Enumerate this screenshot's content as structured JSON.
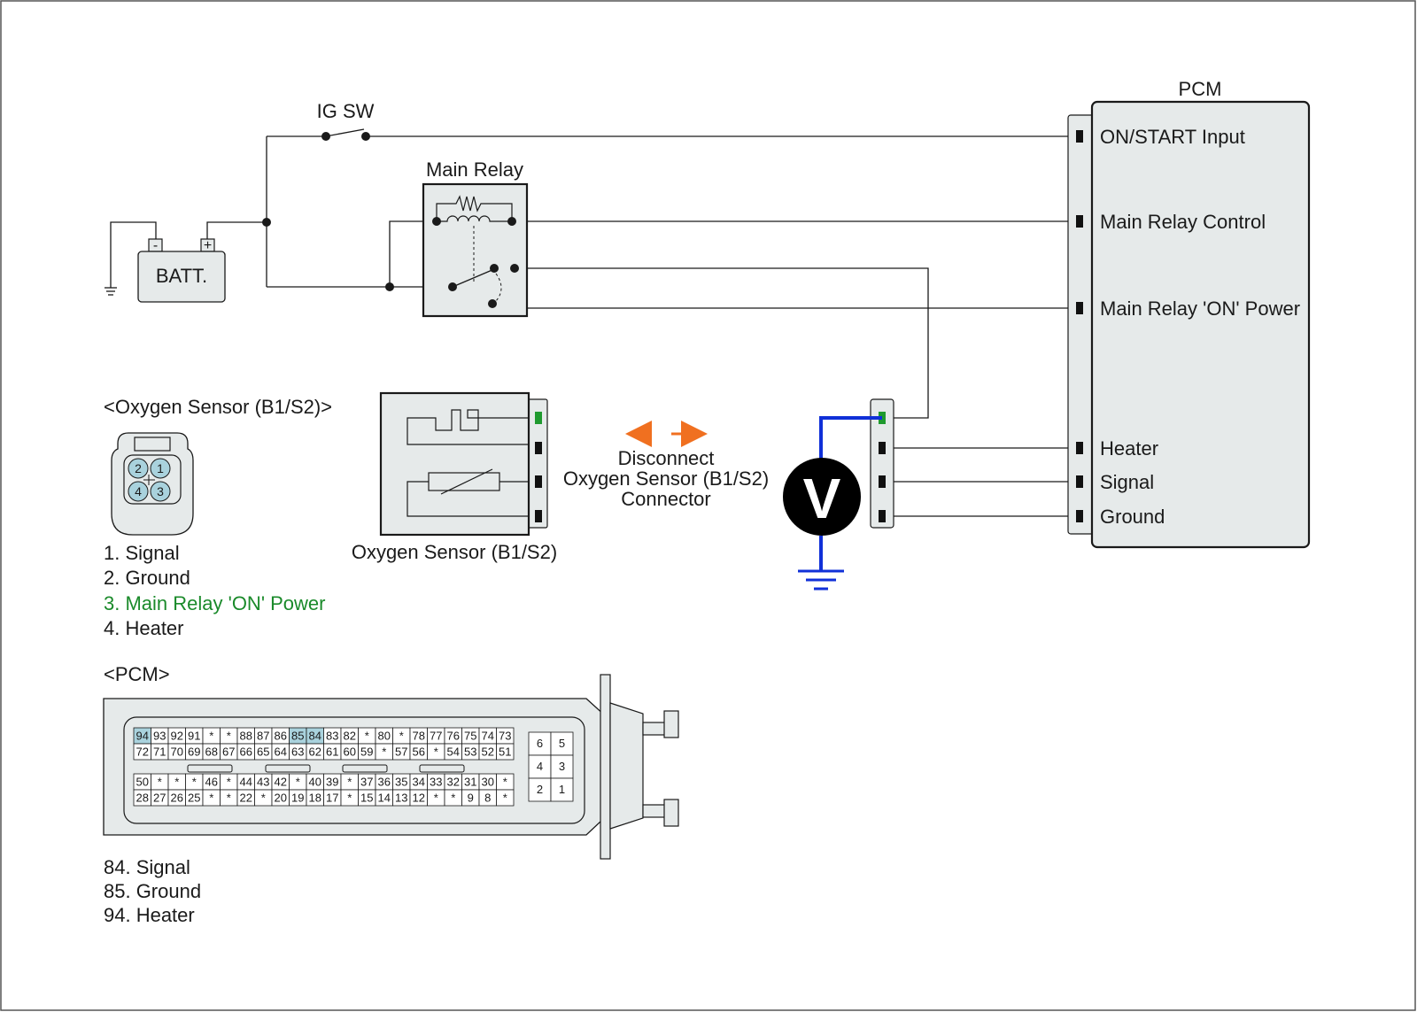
{
  "colors": {
    "box_fill": "#e6eaea",
    "highlight_pin": "#a9d2dd",
    "wire": "#1a1a1a",
    "meter_wire": "#1030d8",
    "arrow": "#f07020",
    "green_text": "#1a8a2a",
    "green_pin": "#1f9a2f"
  },
  "schematic": {
    "ig_sw": "IG SW",
    "main_relay": "Main Relay",
    "battery": "BATT.",
    "battery_minus": "-",
    "battery_plus": "+",
    "pcm_title": "PCM",
    "pcm_pins": [
      "ON/START Input",
      "Main Relay Control",
      "Main Relay 'ON' Power",
      "Heater",
      "Signal",
      "Ground"
    ],
    "sensor_caption": "Oxygen Sensor (B1/S2)",
    "disconnect": [
      "Disconnect",
      "Oxygen Sensor (B1/S2)",
      "Connector"
    ],
    "meter_symbol": "V"
  },
  "sensor_connector": {
    "title": "<Oxygen Sensor (B1/S2)>",
    "cavity_numbers": [
      "2",
      "1",
      "4",
      "3"
    ],
    "pins": [
      "1. Signal",
      "2. Ground",
      "3. Main Relay 'ON' Power",
      "4. Heater"
    ]
  },
  "pcm_connector": {
    "title": "<PCM>",
    "rows": [
      [
        "94",
        "93",
        "92",
        "91",
        "*",
        "*",
        "88",
        "87",
        "86",
        "85",
        "84",
        "83",
        "82",
        "*",
        "80",
        "*",
        "78",
        "77",
        "76",
        "75",
        "74",
        "73"
      ],
      [
        "72",
        "71",
        "70",
        "69",
        "68",
        "67",
        "66",
        "65",
        "64",
        "63",
        "62",
        "61",
        "60",
        "59",
        "*",
        "57",
        "56",
        "*",
        "54",
        "53",
        "52",
        "51"
      ],
      [
        "50",
        "*",
        "*",
        "*",
        "46",
        "*",
        "44",
        "43",
        "42",
        "*",
        "40",
        "39",
        "*",
        "37",
        "36",
        "35",
        "34",
        "33",
        "32",
        "31",
        "30",
        "*"
      ],
      [
        "28",
        "27",
        "26",
        "25",
        "*",
        "*",
        "22",
        "*",
        "20",
        "19",
        "18",
        "17",
        "*",
        "15",
        "14",
        "13",
        "12",
        "*",
        "*",
        "9",
        "8",
        "*"
      ]
    ],
    "highlighted": [
      "94",
      "85",
      "84"
    ],
    "small_block": [
      "6",
      "5",
      "4",
      "3",
      "2",
      "1"
    ],
    "pins": [
      "84. Signal",
      "85. Ground",
      "94. Heater"
    ]
  }
}
